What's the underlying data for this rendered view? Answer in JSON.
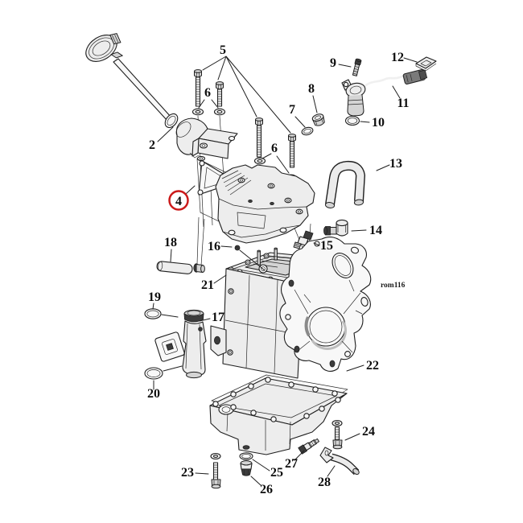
{
  "diagram": {
    "watermark": "rom116",
    "highlighted_callout": "4",
    "highlight_color": "#cb1a1a",
    "line_color": "#1f1f1f",
    "background": "#ffffff"
  },
  "callouts": {
    "n2": "2",
    "n4": "4",
    "n5": "5",
    "n6": "6",
    "n7": "7",
    "n8": "8",
    "n9": "9",
    "n10": "10",
    "n11": "11",
    "n12": "12",
    "n13": "13",
    "n14": "14",
    "n15": "15",
    "n16": "16",
    "n17": "17",
    "n18": "18",
    "n19": "19",
    "n20": "20",
    "n21": "21",
    "n22": "22",
    "n23": "23",
    "n24": "24",
    "n25": "25",
    "n26": "26",
    "n27": "27",
    "n28": "28"
  }
}
